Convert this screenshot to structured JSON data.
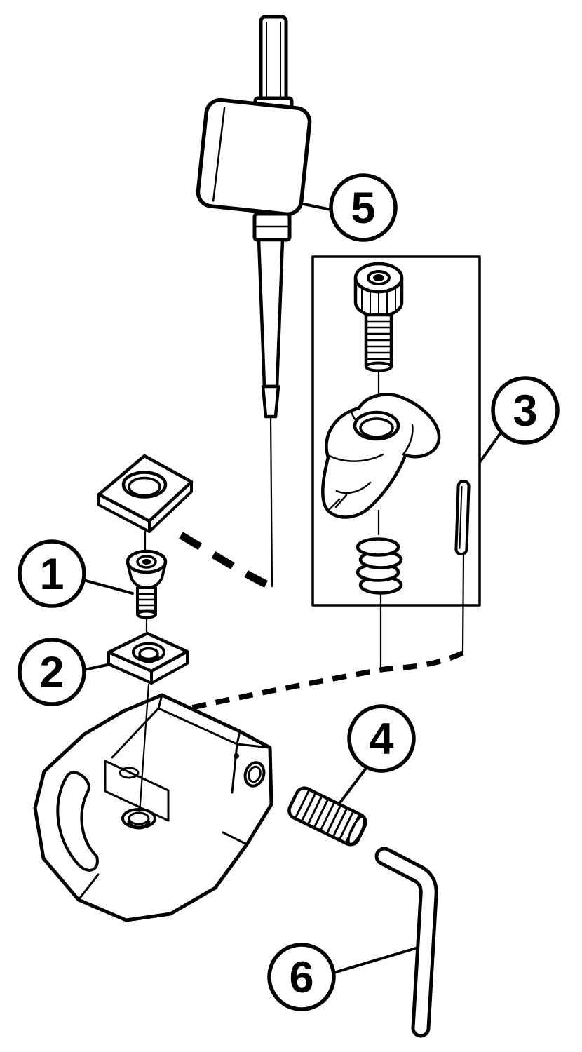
{
  "diagram": {
    "type": "exploded-parts-diagram",
    "background_color": "#ffffff",
    "line_color": "#000000",
    "callouts": [
      {
        "label": "1",
        "points_to": "insert-screw"
      },
      {
        "label": "2",
        "points_to": "insert-shim"
      },
      {
        "label": "3",
        "points_to": "clamp-assembly-box"
      },
      {
        "label": "4",
        "points_to": "set-screw"
      },
      {
        "label": "5",
        "points_to": "driver-key"
      },
      {
        "label": "6",
        "points_to": "hex-key"
      }
    ]
  }
}
